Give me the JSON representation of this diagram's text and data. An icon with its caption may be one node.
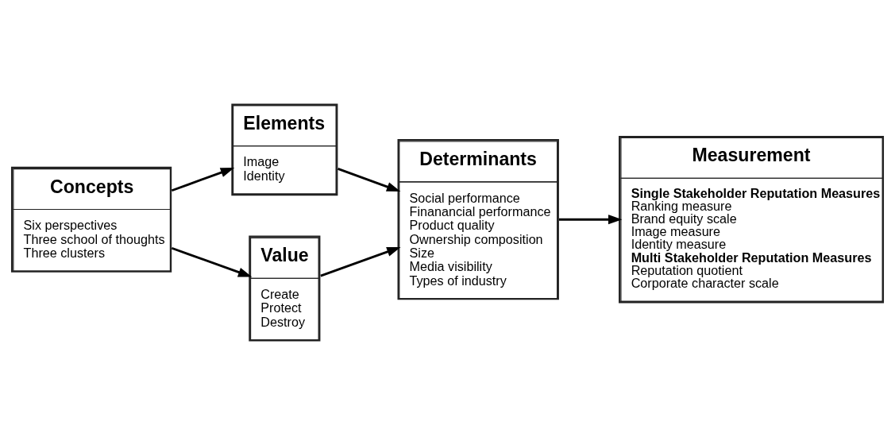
{
  "diagram": {
    "nodes": [
      {
        "text": [
          "Concepts",
          "Six perspectives",
          "Three school of thoughts",
          "Three clusters"
        ]
      },
      {
        "text": [
          "Elements",
          "Image",
          "Identity"
        ]
      },
      {
        "text": [
          "Value",
          "Create",
          "Protect",
          "Destroy"
        ]
      },
      {
        "text": [
          "Determinants",
          "Social performance",
          "Finanancial performance",
          "Product quality",
          "Ownership composition",
          "Size",
          "Media visibility",
          "Types of industry"
        ]
      },
      {
        "text": [
          "Measurement",
          "Single Stakeholder Reputation Measures",
          "Ranking measure",
          "Brand equity scale",
          "Image measure",
          "Identity measure",
          "Multi Stakeholder Reputation Measures",
          "Reputation quotient",
          "Corporate character scale"
        ]
      }
    ],
    "edges": [
      {
        "from": 0,
        "to": 1,
        "arrow": "to"
      },
      {
        "from": 0,
        "to": 2,
        "arrow": "to"
      },
      {
        "from": 1,
        "to": 3,
        "arrow": "to"
      },
      {
        "from": 2,
        "to": 3,
        "arrow": "to"
      },
      {
        "from": 3,
        "to": 4,
        "arrow": "to"
      }
    ]
  }
}
